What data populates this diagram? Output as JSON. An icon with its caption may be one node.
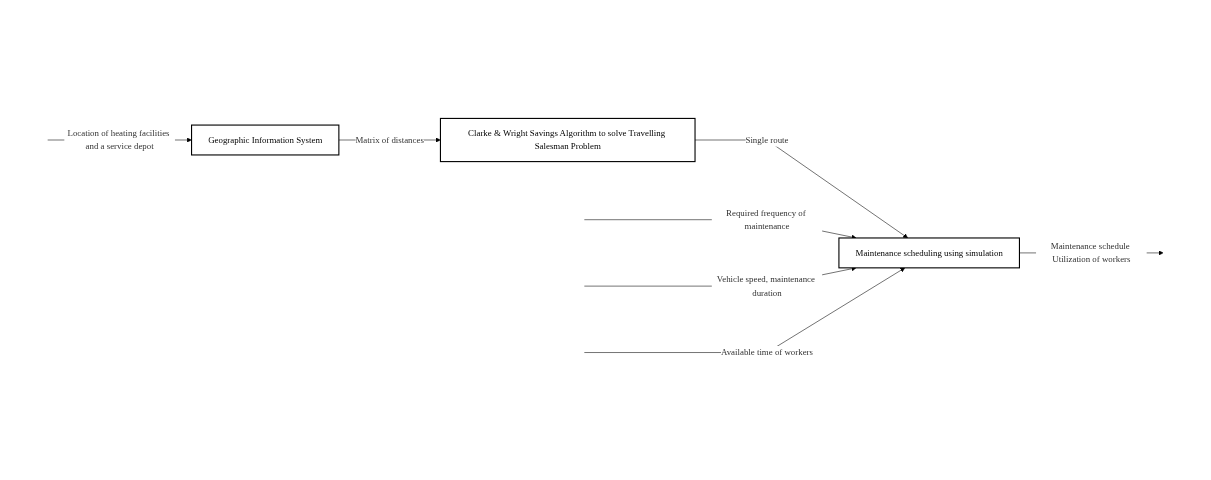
{
  "diagram": {
    "nodes": [
      {
        "text": [
          "Geographic Information System"
        ]
      },
      {
        "text": [
          "Clarke & Wright Savings Algorithm to solve Travelling Salesman Problem"
        ]
      },
      {
        "text": [
          "Maintenance scheduling using simulation"
        ]
      }
    ],
    "edges": [
      {
        "from": null,
        "to": 0,
        "arrow": "to",
        "label": "Location of heating facilities and a service depot"
      },
      {
        "from": 0,
        "to": 1,
        "arrow": "to",
        "label": "Matrix of distances"
      },
      {
        "from": 1,
        "to": 2,
        "arrow": "to",
        "label": "Single route"
      },
      {
        "from": null,
        "to": 2,
        "arrow": "to",
        "label": "Required frequency of maintenance"
      },
      {
        "from": null,
        "to": 2,
        "arrow": "to",
        "label": "Vehicle speed, maintenance duration"
      },
      {
        "from": null,
        "to": 2,
        "arrow": "to",
        "label": "Available time of workers"
      },
      {
        "from": 2,
        "to": null,
        "arrow": "to",
        "label": "Maintenance schedule Utilization of workers"
      }
    ]
  }
}
